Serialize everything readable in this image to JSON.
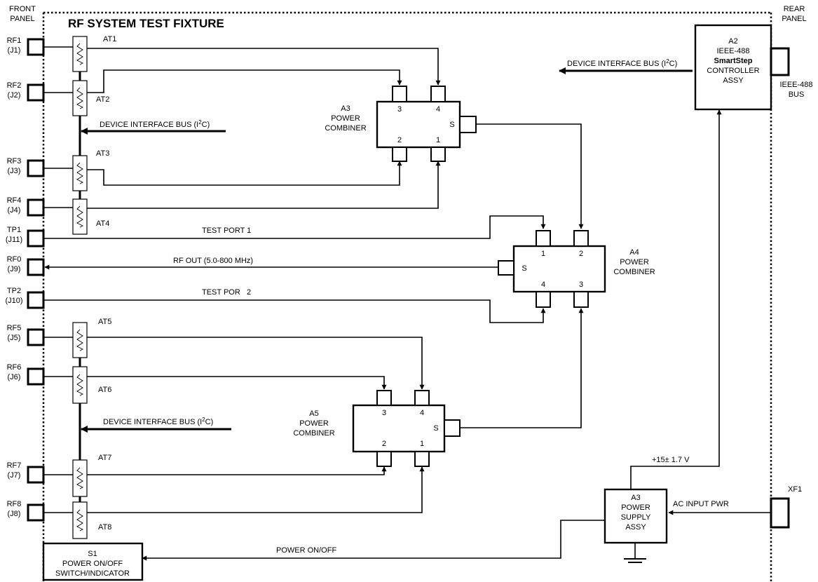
{
  "title": "RF SYSTEM TEST FIXTURE",
  "panels": {
    "front": [
      "FRONT",
      "PANEL"
    ],
    "rear": [
      "REAR",
      "PANEL"
    ]
  },
  "connectors": [
    {
      "id": "rf1",
      "name": "RF1",
      "ref": "(J1)"
    },
    {
      "id": "rf2",
      "name": "RF2",
      "ref": "(J2)"
    },
    {
      "id": "rf3",
      "name": "RF3",
      "ref": "(J3)"
    },
    {
      "id": "rf4",
      "name": "RF4",
      "ref": "(J4)"
    },
    {
      "id": "tp1",
      "name": "TP1",
      "ref": "(J11)"
    },
    {
      "id": "rf0",
      "name": "RF0",
      "ref": "(J9)"
    },
    {
      "id": "tp2",
      "name": "TP2",
      "ref": "(J10)"
    },
    {
      "id": "rf5",
      "name": "RF5",
      "ref": "(J5)"
    },
    {
      "id": "rf6",
      "name": "RF6",
      "ref": "(J6)"
    },
    {
      "id": "rf7",
      "name": "RF7",
      "ref": "(J7)"
    },
    {
      "id": "rf8",
      "name": "RF8",
      "ref": "(J8)"
    }
  ],
  "attenuators": [
    "AT1",
    "AT2",
    "AT3",
    "AT4",
    "AT5",
    "AT6",
    "AT7",
    "AT8"
  ],
  "combiners": {
    "a3": {
      "lines": [
        "A3",
        "POWER",
        "COMBINER"
      ],
      "ports": [
        "3",
        "4",
        "2",
        "1"
      ],
      "sum": "S"
    },
    "a4": {
      "lines": [
        "A4",
        "POWER",
        "COMBINER"
      ],
      "ports": [
        "1",
        "2",
        "4",
        "3"
      ],
      "sum": "S"
    },
    "a5": {
      "lines": [
        "A5",
        "POWER",
        "COMBINER"
      ],
      "ports": [
        "3",
        "4",
        "2",
        "1"
      ],
      "sum": "S"
    }
  },
  "controller": {
    "lines": [
      "A2",
      "IEEE-488",
      "SmartStep",
      "CONTROLLER",
      "ASSY"
    ]
  },
  "ieee_bus": [
    "IEEE-488",
    "BUS"
  ],
  "power_supply": {
    "lines": [
      "A3",
      "POWER",
      "SUPPLY",
      "ASSY"
    ]
  },
  "switch": {
    "lines": [
      "S1",
      "POWER ON/OFF",
      "SWITCH/INDICATOR"
    ]
  },
  "signals": {
    "dib_prefix": "DEVICE INTERFACE BUS (I",
    "dib_sup": "2",
    "dib_suffix": "C)",
    "test_port_1": "TEST PORT 1",
    "rf_out": "RF OUT (5.0-800 MHz)",
    "test_port_2": "TEST POR   2",
    "power_on_off": "POWER ON/OFF",
    "ac_input": "AC INPUT PWR",
    "supply_voltage": "+15± 1.7 V",
    "xf1": "XF1"
  }
}
